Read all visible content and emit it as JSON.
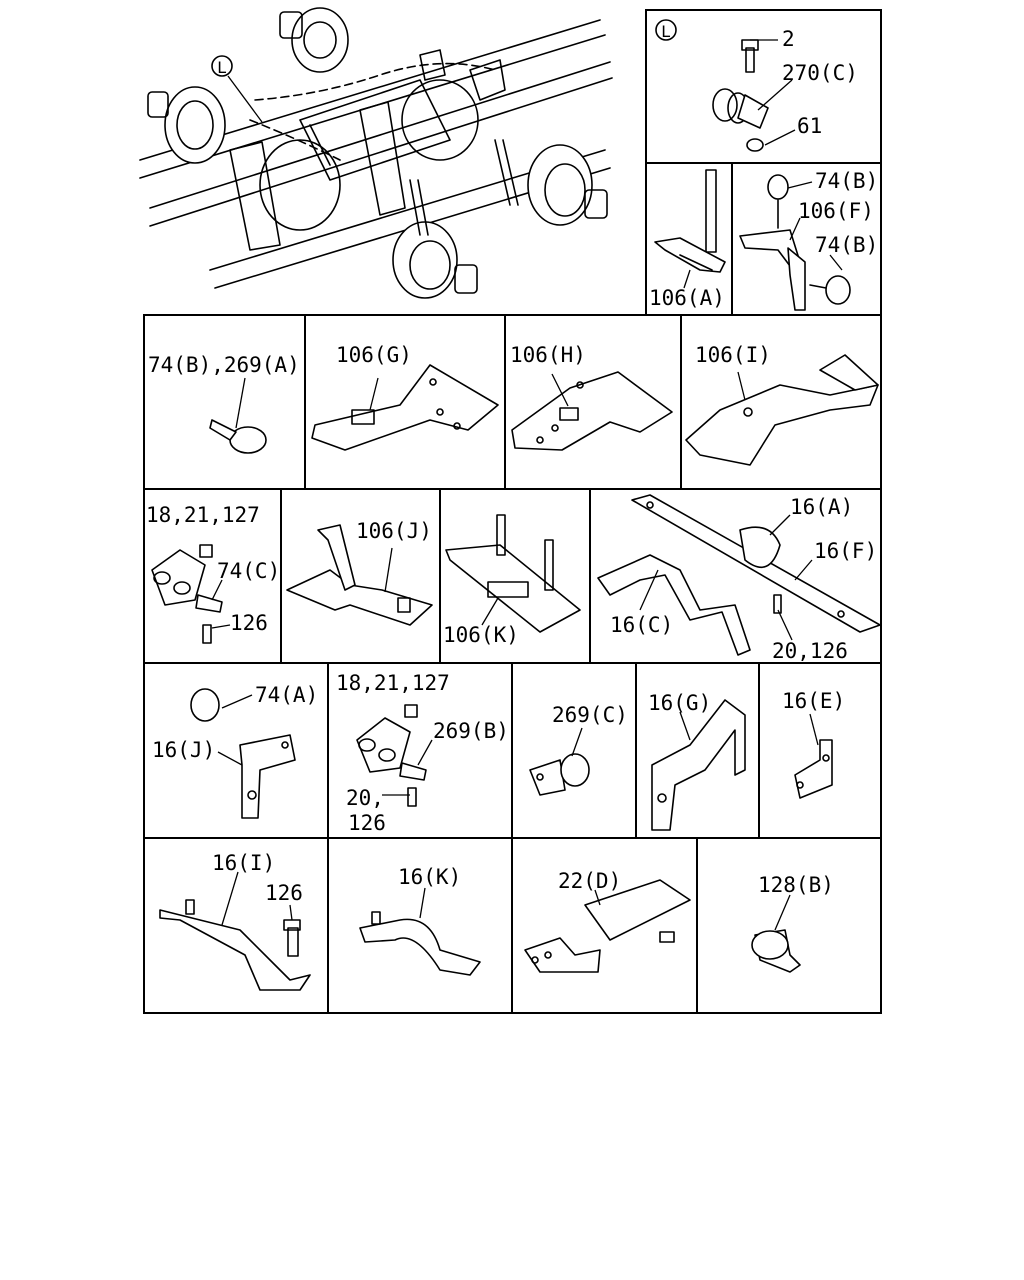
{
  "callout": {
    "marker": "L"
  },
  "labels": {
    "p2": "2",
    "p270c": "270(C)",
    "p61": "61",
    "p74b_1": "74(B)",
    "p106f": "106(F)",
    "p74b_2": "74(B)",
    "p106a": "106(A)",
    "p74b269a": "74(B),269(A)",
    "p106g": "106(G)",
    "p106h": "106(H)",
    "p106i": "106(I)",
    "p18_21_127_a": "18,21,127",
    "p74c": "74(C)",
    "p126_a": "126",
    "p106j": "106(J)",
    "p106k": "106(K)",
    "p16a": "16(A)",
    "p16f": "16(F)",
    "p16c": "16(C)",
    "p20_126_a": "20,126",
    "p74a": "74(A)",
    "p16j": "16(J)",
    "p18_21_127_b": "18,21,127",
    "p269b": "269(B)",
    "p20_b": "20,",
    "p126_b": "126",
    "p269c": "269(C)",
    "p16g": "16(G)",
    "p16e": "16(E)",
    "p16i": "16(I)",
    "p126_c": "126",
    "p16k": "16(K)",
    "p22d": "22(D)",
    "p128b": "128(B)"
  }
}
